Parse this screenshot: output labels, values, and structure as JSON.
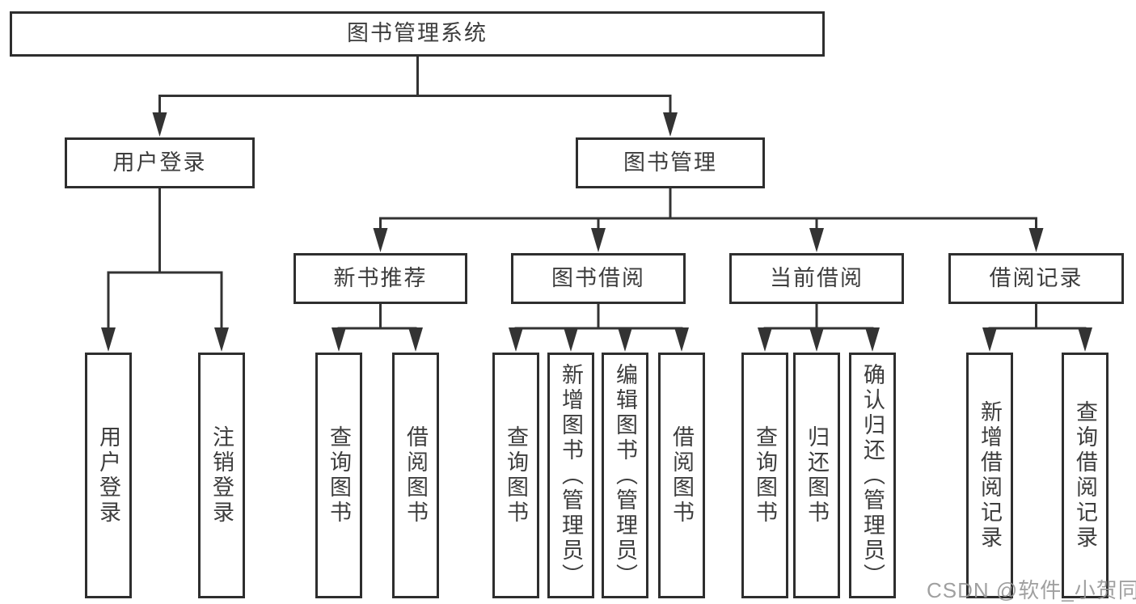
{
  "tree": {
    "root": {
      "label": "图书管理系统",
      "children": [
        {
          "label": "用户登录",
          "children": [
            {
              "label": "用户登录"
            },
            {
              "label": "注销登录"
            }
          ]
        },
        {
          "label": "图书管理",
          "children": [
            {
              "label": "新书推荐",
              "children": [
                {
                  "label": "查询图书"
                },
                {
                  "label": "借阅图书"
                }
              ]
            },
            {
              "label": "图书借阅",
              "children": [
                {
                  "label": "查询图书"
                },
                {
                  "label": "新增图书（管理员）"
                },
                {
                  "label": "编辑图书（管理员）"
                },
                {
                  "label": "借阅图书"
                }
              ]
            },
            {
              "label": "当前借阅",
              "children": [
                {
                  "label": "查询图书"
                },
                {
                  "label": "归还图书"
                },
                {
                  "label": "确认归还（管理员）"
                }
              ]
            },
            {
              "label": "借阅记录",
              "children": [
                {
                  "label": "新增借阅记录"
                },
                {
                  "label": "查询借阅记录"
                }
              ]
            }
          ]
        }
      ]
    }
  },
  "watermark": {
    "text": "CSDN @软件_小贺同学",
    "color": "#969696"
  },
  "colors": {
    "line": "#333333",
    "box_border": "#2e2e2e",
    "text": "#3d3d3d",
    "background": "#ffffff"
  }
}
